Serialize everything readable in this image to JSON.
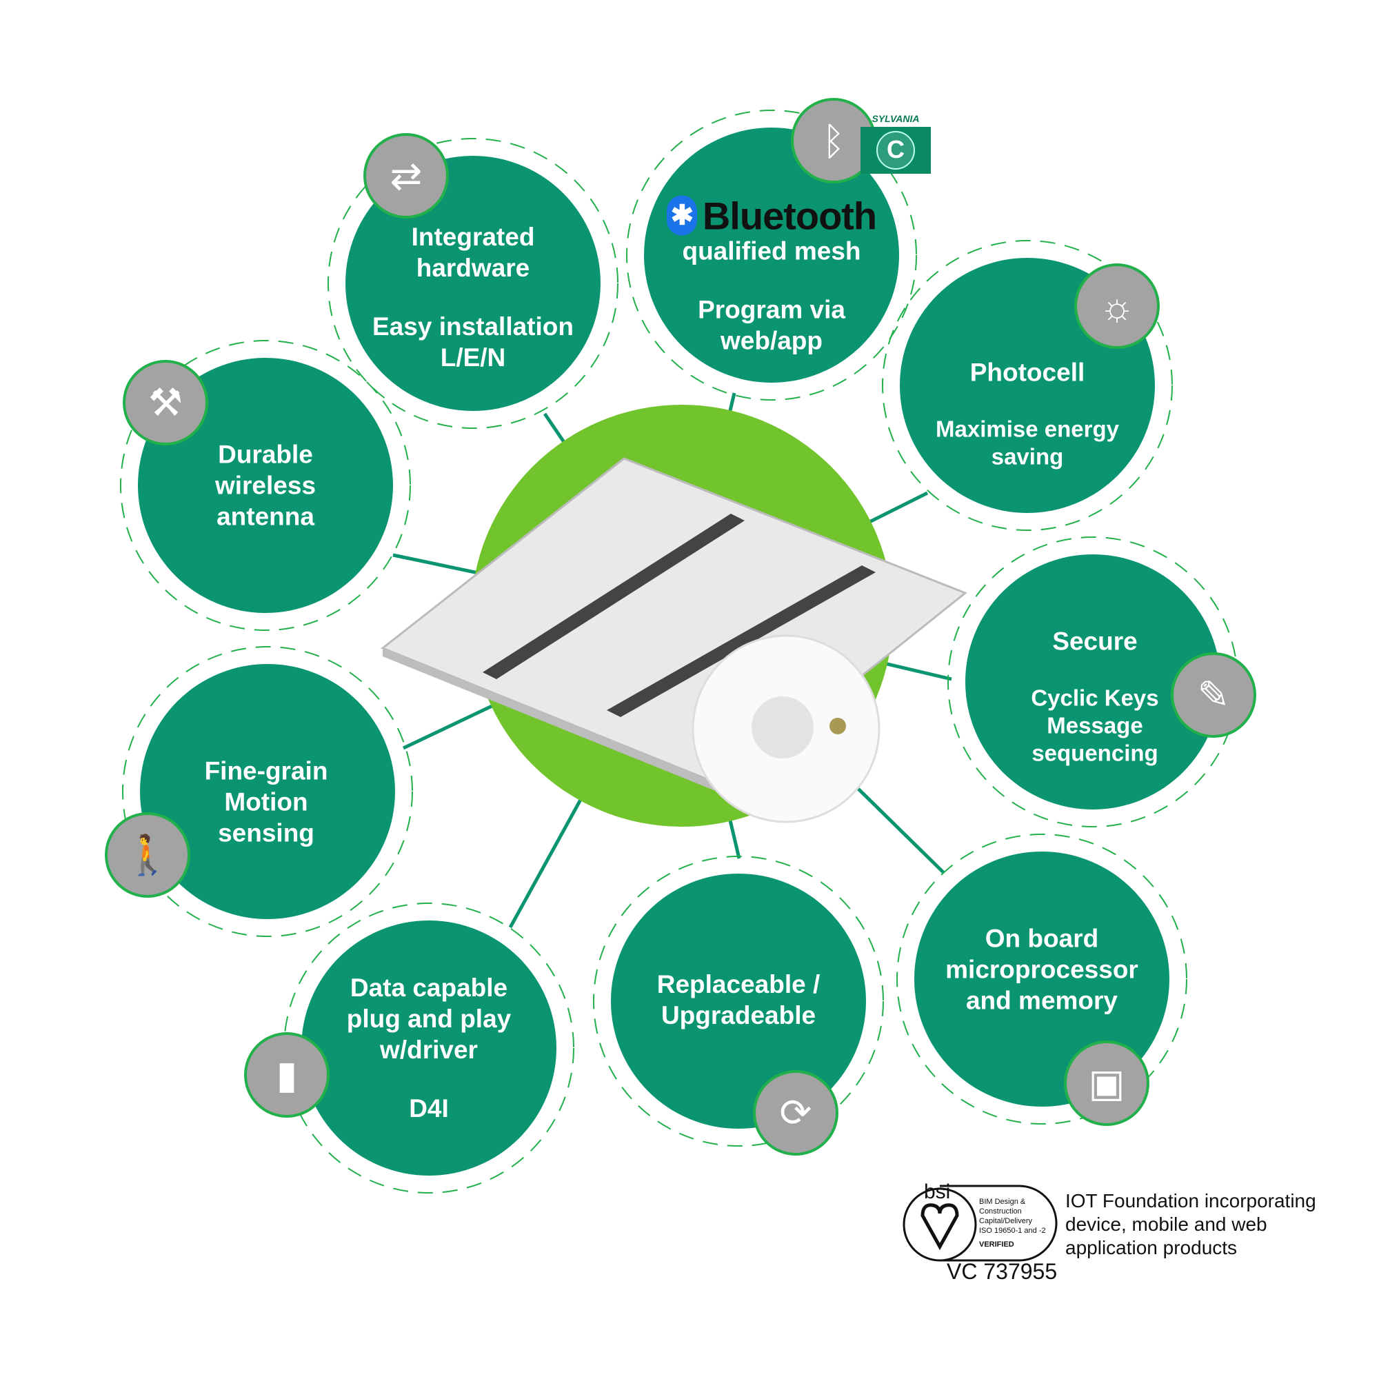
{
  "colors": {
    "primary_green": "#0a9470",
    "center_green": "#72c42d",
    "badge_grey": "#a3a3a3",
    "ring_green": "#22b04b"
  },
  "features": [
    {
      "title": "Integrated hardware",
      "detail": "Easy installation L/E/N",
      "icon": "rotate-arrows-icon"
    },
    {
      "title": "Bluetooth",
      "title_suffix": "qualified mesh",
      "detail": "Program via web/app",
      "icon": "bluetooth-icon"
    },
    {
      "title": "Photocell",
      "detail": "Maximise energy saving",
      "icon": "sun-icon"
    },
    {
      "title": "Durable wireless antenna",
      "detail": "",
      "icon": "antenna-icon"
    },
    {
      "title": "Secure",
      "detail": "Cyclic Keys Message sequencing",
      "icon": "key-icon"
    },
    {
      "title": "Fine-grain Motion sensing",
      "detail": "",
      "icon": "motion-sensor-icon"
    },
    {
      "title": "Data capable plug and play w/driver",
      "detail": "D4I",
      "icon": "plug-icon"
    },
    {
      "title": "Replaceable / Upgradeable",
      "detail": "",
      "icon": "upgrade-icon"
    },
    {
      "title": "On board microprocessor and memory",
      "detail": "",
      "icon": "chip-icon"
    }
  ],
  "logo": {
    "brand": "SYLVANIA",
    "letter": "C"
  },
  "certification": {
    "bsi_mark": "bsi",
    "badge_lines": [
      "BIM Design &",
      "Construction",
      "Capital/Delivery",
      "ISO 19650-1 and -2",
      "VERIFIED"
    ],
    "certificate_number": "VC 737955",
    "description": "IOT Foundation incorporating device, mobile and web application products"
  }
}
